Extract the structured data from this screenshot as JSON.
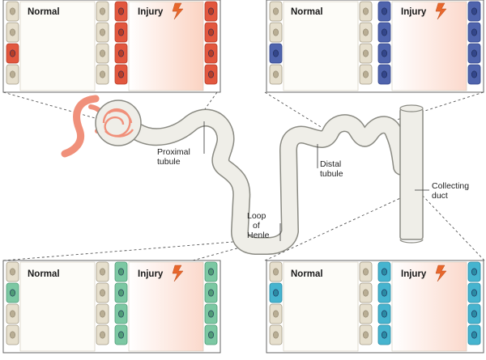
{
  "labels": {
    "proximal": [
      "Proximal",
      "tubule"
    ],
    "distal": [
      "Distal",
      "tubule"
    ],
    "loop": [
      "Loop",
      "of",
      "Henle"
    ],
    "collecting": [
      "Collecting",
      "duct"
    ]
  },
  "panels": [
    {
      "id": "proximal",
      "normal_title": "Normal",
      "injury_title": "Injury",
      "color": "#e2573e",
      "color_dark": "#b53d28",
      "tint": "#fbd3c2"
    },
    {
      "id": "distal",
      "normal_title": "Normal",
      "injury_title": "Injury",
      "color": "#4f64ad",
      "color_dark": "#33468a",
      "tint": "#fcd9cc"
    },
    {
      "id": "loop",
      "normal_title": "Normal",
      "injury_title": "Injury",
      "color": "#7cc8a3",
      "color_dark": "#4e9b76",
      "tint": "#fbd9cc"
    },
    {
      "id": "collecting",
      "normal_title": "Normal",
      "injury_title": "Injury",
      "color": "#46b4cf",
      "color_dark": "#2a8aa4",
      "tint": "#fbd9cc"
    }
  ],
  "colors": {
    "tubule_fill": "#efeee8",
    "tubule_stroke": "#8a8a82",
    "artery": "#f0907a",
    "cell_fill": "#e6dfcd",
    "lightning": "#e8672c"
  }
}
